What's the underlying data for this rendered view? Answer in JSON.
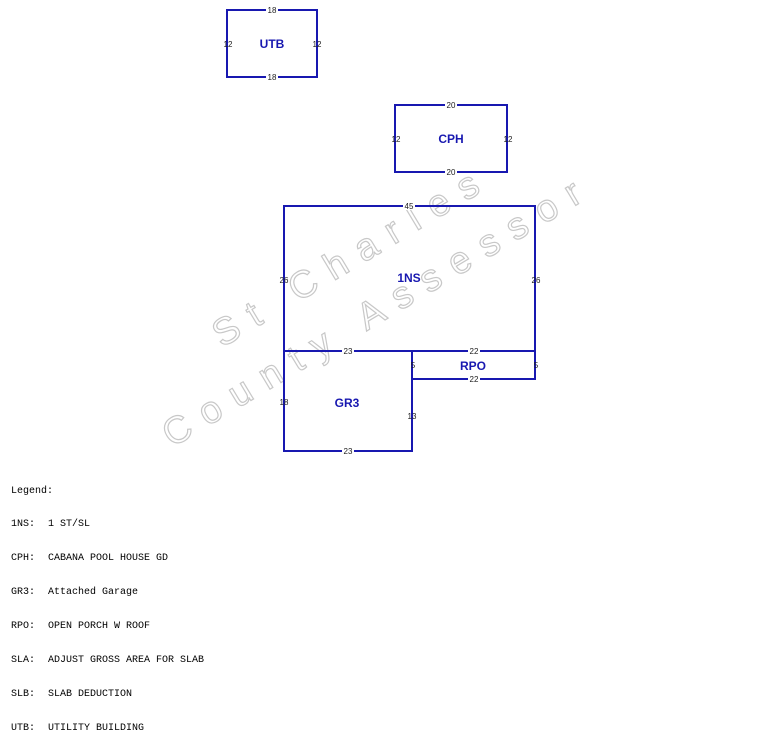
{
  "watermark": {
    "line1": "St Charles",
    "line2": "County Assessor"
  },
  "areas": {
    "utb": {
      "label": "UTB",
      "top": "18",
      "bottom": "18",
      "left": "12",
      "right": "12"
    },
    "cph": {
      "label": "CPH",
      "top": "20",
      "bottom": "20",
      "left": "12",
      "right": "12"
    },
    "ins": {
      "label": "1NS",
      "top": "45",
      "left": "26",
      "right": "26"
    },
    "gr3": {
      "label": "GR3",
      "top": "23",
      "bottom": "23",
      "left": "18",
      "right": "13"
    },
    "rpo": {
      "label": "RPO",
      "top": "22",
      "bottom": "22",
      "left": "5",
      "right": "5"
    }
  },
  "legend": {
    "title": "Legend:",
    "items": [
      {
        "code": "1NS:",
        "desc": "1 ST/SL"
      },
      {
        "code": "CPH:",
        "desc": "CABANA POOL HOUSE GD"
      },
      {
        "code": "GR3:",
        "desc": "Attached Garage"
      },
      {
        "code": "RPO:",
        "desc": "OPEN PORCH W ROOF"
      },
      {
        "code": "SLA:",
        "desc": "ADJUST GROSS AREA FOR SLAB"
      },
      {
        "code": "SLB:",
        "desc": "SLAB DEDUCTION"
      },
      {
        "code": "UTB:",
        "desc": "UTILITY BUILDING"
      }
    ]
  },
  "colors": {
    "outline": "#1818b0",
    "watermark": "#c8c8c8"
  }
}
